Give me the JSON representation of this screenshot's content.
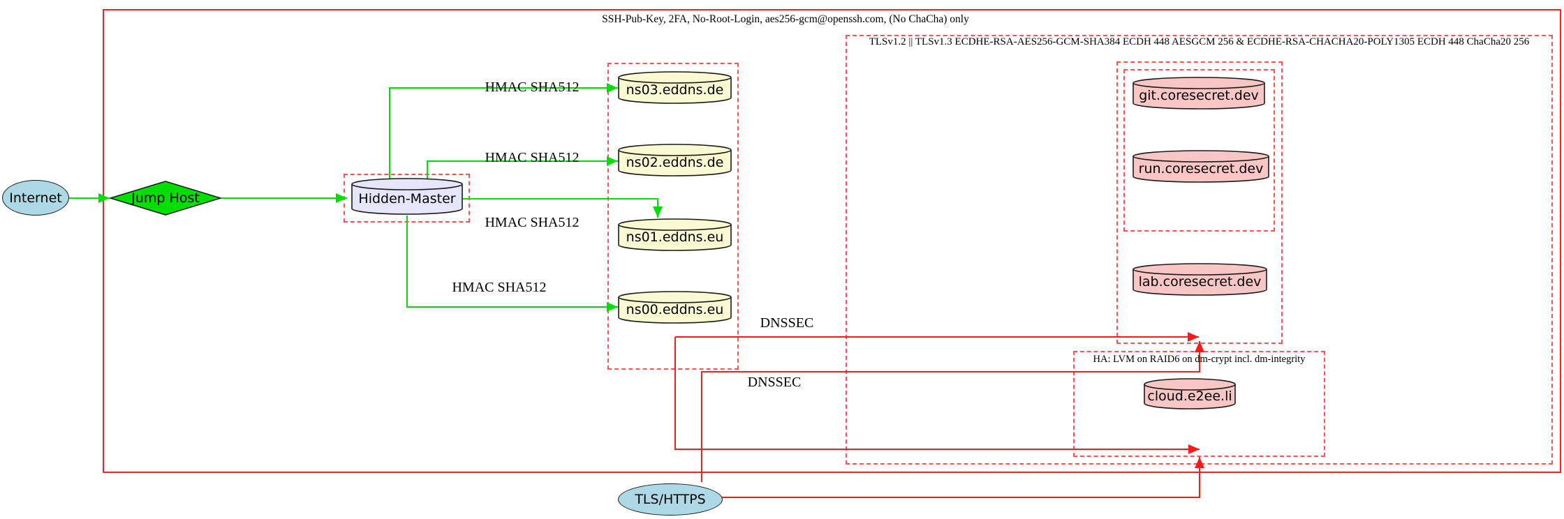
{
  "colors": {
    "node_blue": "#ADD8E6",
    "node_lavender": "#E6E6FA",
    "node_yellow": "#FAFAD2",
    "node_pink": "#F9C6C6",
    "edge_green": "#00DF00",
    "edge_red": "#FF1A1A",
    "border_dashed_red": "#FF5252",
    "box_red": "#FF2020"
  },
  "clusters": {
    "ssh": {
      "label": "SSH-Pub-Key, 2FA, No-Root-Login, aes256-gcm@openssh.com, (No ChaCha) only"
    },
    "tls": {
      "label": "TLSv1.2 || TLSv1.3 ECDHE-RSA-AES256-GCM-SHA384 ECDH 448 AESGCM 256 & ECDHE-RSA-CHACHA20-POLY1305 ECDH 448 ChaCha20 256"
    },
    "ha": {
      "label": "HA: LVM on RAID6 on dm-crypt incl. dm-integrity"
    }
  },
  "nodes": {
    "internet": {
      "label": "Internet",
      "shape": "ellipse"
    },
    "jump_host": {
      "label": "Jump Host",
      "shape": "diamond"
    },
    "hidden_master": {
      "label": "Hidden-Master",
      "shape": "cylinder"
    },
    "ns03": {
      "label": "ns03.eddns.de",
      "shape": "cylinder"
    },
    "ns02": {
      "label": "ns02.eddns.de",
      "shape": "cylinder"
    },
    "ns01": {
      "label": "ns01.eddns.eu",
      "shape": "cylinder"
    },
    "ns00": {
      "label": "ns00.eddns.eu",
      "shape": "cylinder"
    },
    "git": {
      "label": "git.coresecret.dev",
      "shape": "cylinder"
    },
    "run": {
      "label": "run.coresecret.dev",
      "shape": "cylinder"
    },
    "lab": {
      "label": "lab.coresecret.dev",
      "shape": "cylinder"
    },
    "cloud": {
      "label": "cloud.e2ee.li",
      "shape": "cylinder"
    },
    "tls_https": {
      "label": "TLS/HTTPS",
      "shape": "ellipse"
    }
  },
  "edge_labels": {
    "hmac_ns03": "HMAC SHA512",
    "hmac_ns02": "HMAC SHA512",
    "hmac_ns01": "HMAC SHA512",
    "hmac_ns00": "HMAC SHA512",
    "dnssec_1": "DNSSEC",
    "dnssec_2": "DNSSEC"
  },
  "edges": [
    {
      "from": "Internet",
      "to": "Jump Host",
      "color": "green",
      "label": ""
    },
    {
      "from": "Jump Host",
      "to": "Hidden-Master",
      "color": "green",
      "label": ""
    },
    {
      "from": "Hidden-Master",
      "to": "ns03.eddns.de",
      "color": "green",
      "label": "HMAC SHA512"
    },
    {
      "from": "Hidden-Master",
      "to": "ns02.eddns.de",
      "color": "green",
      "label": "HMAC SHA512"
    },
    {
      "from": "Hidden-Master",
      "to": "ns01.eddns.eu",
      "color": "green",
      "label": "HMAC SHA512"
    },
    {
      "from": "Hidden-Master",
      "to": "ns00.eddns.eu",
      "color": "green",
      "label": "HMAC SHA512"
    },
    {
      "from": "ns00.eddns.eu",
      "to": "lab.coresecret.dev",
      "color": "red",
      "label": "DNSSEC"
    },
    {
      "from": "ns00.eddns.eu",
      "to": "cloud.e2ee.li",
      "color": "red",
      "label": "DNSSEC"
    },
    {
      "from": "TLS/HTTPS",
      "to": "lab.coresecret.dev",
      "color": "red",
      "label": ""
    },
    {
      "from": "TLS/HTTPS",
      "to": "cloud.e2ee.li",
      "color": "red",
      "label": ""
    }
  ]
}
